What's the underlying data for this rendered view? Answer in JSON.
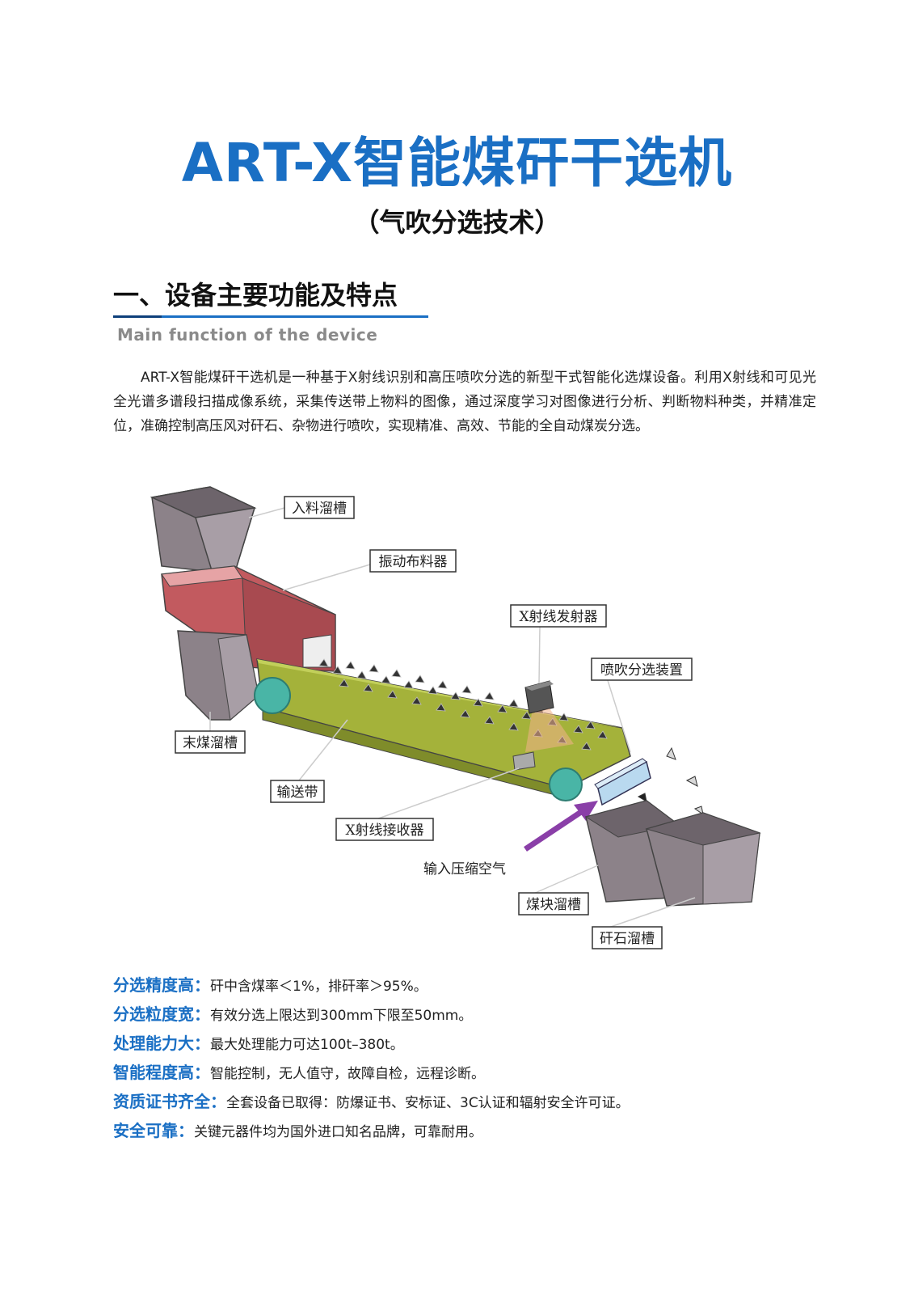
{
  "title": "ART-X智能煤矸干选机",
  "subtitle": "（气吹分选技术）",
  "section": {
    "heading": "一、设备主要功能及特点",
    "heading_en": "Main function of the device"
  },
  "intro": "ART-X智能煤矸干选机是一种基于X射线识别和高压喷吹分选的新型干式智能化选煤设备。利用X射线和可见光全光谱多谱段扫描成像系统，采集传送带上物料的图像，通过深度学习对图像进行分析、判断物料种类，并精准定位，准确控制高压风对矸石、杂物进行喷吹，实现精准、高效、节能的全自动煤炭分选。",
  "diagram": {
    "labels": {
      "feed_chute": "入料溜槽",
      "vibrating_feeder": "振动布料器",
      "xray_emitter": "X射线发射器",
      "blowing_device": "喷吹分选装置",
      "fines_chute": "末煤溜槽",
      "conveyor": "输送带",
      "xray_receiver": "X射线接收器",
      "compressed_air": "输入压缩空气",
      "coal_chute": "煤块溜槽",
      "gangue_chute": "矸石溜槽"
    },
    "colors": {
      "hopper": "#8c8289",
      "feeder": "#c25a5f",
      "belt": "#a4b23a",
      "roller": "#49b5a6",
      "air_arrow": "#8a3fa8"
    }
  },
  "features": [
    {
      "key": "分选精度高：",
      "value": "矸中含煤率＜1%，排矸率＞95%。"
    },
    {
      "key": "分选粒度宽：",
      "value": "有效分选上限达到300mm下限至50mm。"
    },
    {
      "key": "处理能力大：",
      "value": "最大处理能力可达100t–380t。"
    },
    {
      "key": "智能程度高：",
      "value": "智能控制，无人值守，故障自检，远程诊断。"
    },
    {
      "key": "资质证书齐全：",
      "value": "全套设备已取得：防爆证书、安标证、3C认证和辐射安全许可证。"
    },
    {
      "key": "安全可靠：",
      "value": "关键元器件均为国外进口知名品牌，可靠耐用。"
    }
  ]
}
